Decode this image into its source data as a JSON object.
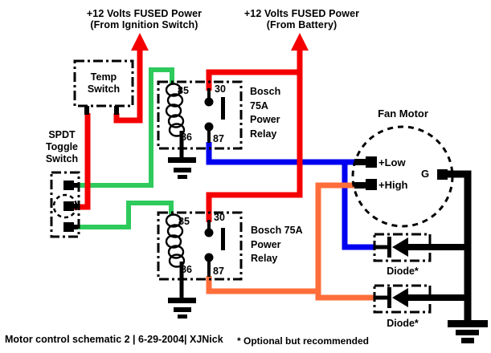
{
  "power_sources": {
    "ignition": {
      "line1": "+12 Volts FUSED Power",
      "line2": "(From Ignition Switch)"
    },
    "battery": {
      "line1": "+12 Volts FUSED Power",
      "line2": "(From Battery)"
    }
  },
  "components": {
    "temp_switch": {
      "line1": "Temp",
      "line2": "Switch"
    },
    "spdt_switch": {
      "line1": "SPDT",
      "line2": "Toggle",
      "line3": "Switch"
    },
    "relay1": {
      "label_lines": [
        "Bosch",
        "75A",
        "Power",
        "Relay"
      ],
      "terminals": {
        "coil_top": "85",
        "common": "30",
        "coil_bottom": "86",
        "normally_open": "87"
      }
    },
    "relay2": {
      "label_lines": [
        "Bosch 75A",
        "Power",
        "Relay"
      ],
      "terminals": {
        "coil_top": "85",
        "common": "30",
        "coil_bottom": "86",
        "normally_open": "87"
      }
    },
    "fan_motor": {
      "label": "Fan Motor",
      "low": "+Low",
      "high": "+High",
      "ground": "G"
    },
    "diode1": {
      "label": "Diode*"
    },
    "diode2": {
      "label": "Diode*"
    }
  },
  "caption": "Motor control schematic 2 | 6-29-2004| XJNick",
  "footnote": "* Optional but recommended",
  "colors": {
    "wire-red": "#f40000",
    "wire-green": "#2eca5c",
    "wire-blue": "#0000f0",
    "wire-orange": "#ff6e3a"
  }
}
